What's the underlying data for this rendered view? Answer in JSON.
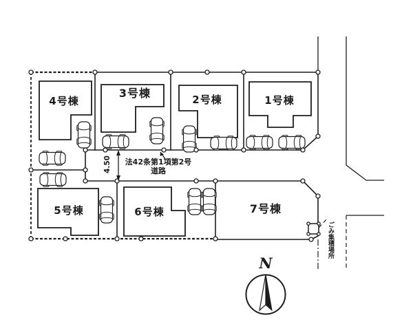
{
  "colors": {
    "ink": "#1c1c1c",
    "background": "#ffffff"
  },
  "plan": {
    "buildings": [
      {
        "label": "1号棟"
      },
      {
        "label": "2号棟"
      },
      {
        "label": "3号棟"
      },
      {
        "label": "4号棟"
      },
      {
        "label": "5号棟"
      },
      {
        "label": "6号棟"
      },
      {
        "label": "7号棟"
      }
    ],
    "road": {
      "designation": "法42条第1項第2号",
      "type": "道路",
      "width": "4.50"
    },
    "garbage_station": "ごみ集積場所",
    "compass": {
      "north_label": "N"
    }
  }
}
